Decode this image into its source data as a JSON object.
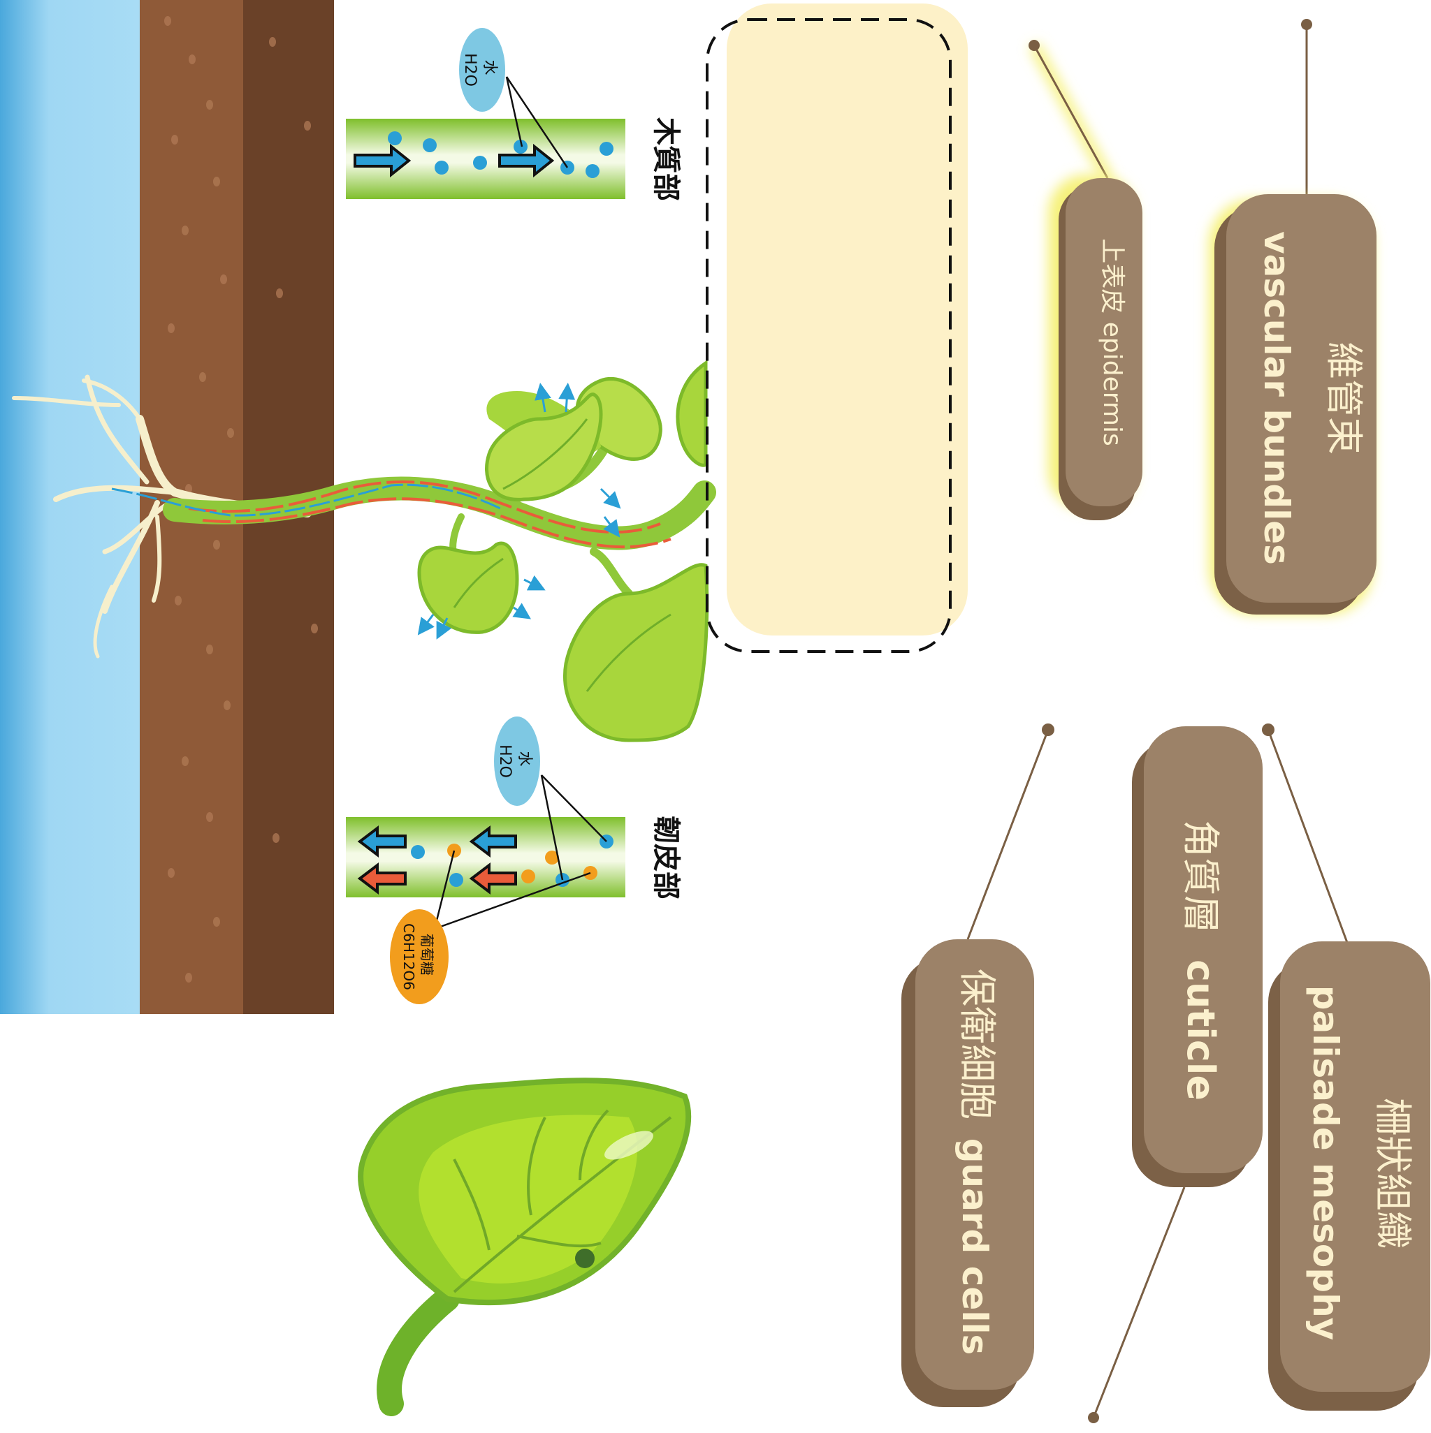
{
  "xylem": {
    "label": "木質部",
    "bubble_line1": "水",
    "bubble_line2": "H2O"
  },
  "phloem": {
    "label": "韌皮部",
    "water_line1": "水",
    "water_line2": "H2O",
    "sugar_line1": "葡萄糖",
    "sugar_line2": "C6H12O6"
  },
  "labels": {
    "epidermis": "上表皮 epidermis",
    "vascular_zh": "維管束",
    "vascular_en": "vascular bundles",
    "cuticle_zh": "角質層",
    "cuticle_en": "cuticle",
    "palisade_zh": "柵狀組織",
    "palisade_en": "palisade mesophy",
    "guard_zh": "保衛細胞",
    "guard_en": "guard cells"
  },
  "colors": {
    "sky": "#7ec8ec",
    "soil_light": "#8f5a38",
    "soil_dark": "#6a4128",
    "stem": "#8fc83a",
    "water": "#2a9fd6",
    "sugar": "#e95c3a",
    "label_bg": "#9c8268",
    "label_text": "#fbf0cd",
    "glow": "#f6f17a",
    "panel": "#fdf1c8"
  }
}
